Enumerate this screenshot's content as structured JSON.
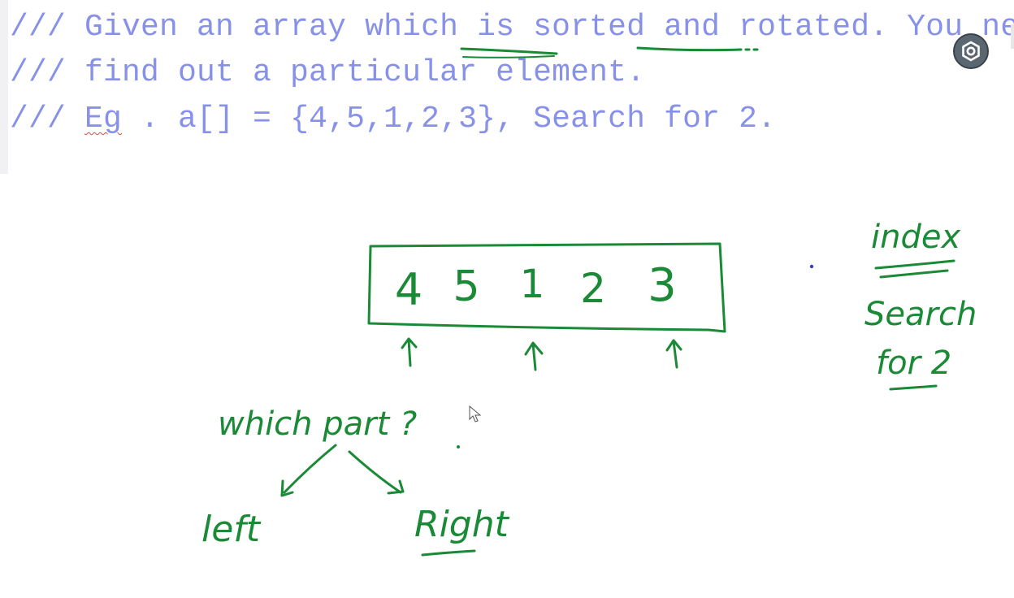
{
  "editor": {
    "line1_a": "/// Given an array which is ",
    "line1_sorted": "sorted",
    "line1_b": " and ",
    "line1_rotated": "rotated",
    "line1_c": ". You need",
    "line2": "/// find out a particular element.",
    "line3_a": "/// ",
    "line3_eg": "Eg",
    "line3_b": " . a[] = {4,5,1,2,3}, Search for 2."
  },
  "whiteboard": {
    "array_cells": [
      "4",
      "5",
      "1",
      "2",
      "3"
    ],
    "question": "which part ?",
    "branch_left": "left",
    "branch_right": "Right",
    "side_note_1": "index",
    "side_note_2": "Search",
    "side_note_3": "for 2"
  },
  "toolbar": {
    "settings_icon": "settings-gear-icon"
  },
  "colors": {
    "code_text": "#8791e8",
    "ink": "#1b8a36",
    "button": "#5b6770"
  }
}
